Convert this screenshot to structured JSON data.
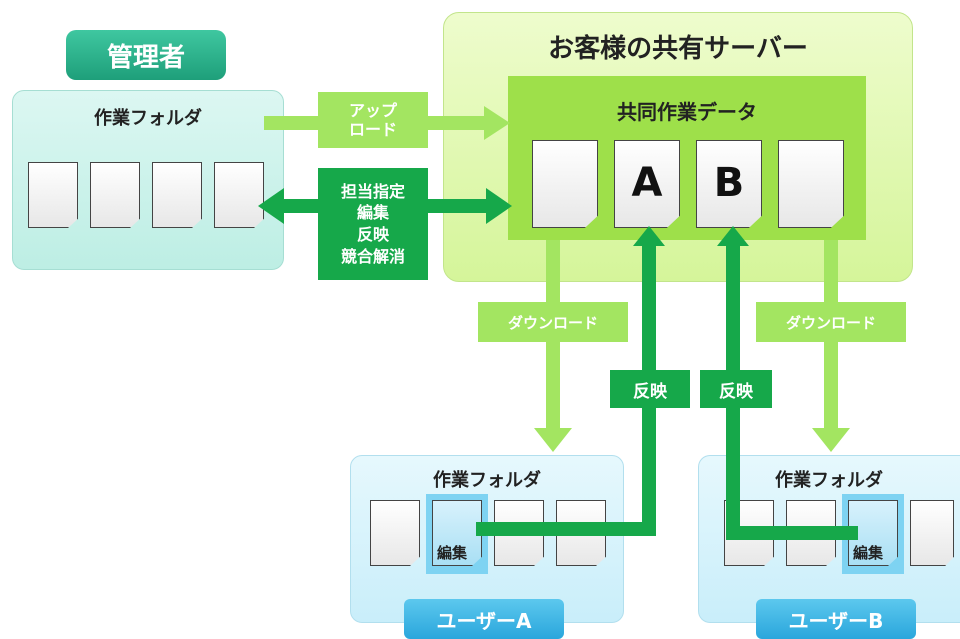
{
  "admin": {
    "badge": "管理者",
    "folder_title": "作業フォルダ"
  },
  "server": {
    "title": "お客様の共有サーバー",
    "shared_title": "共同作業データ",
    "docs": [
      "",
      "A",
      "B",
      ""
    ]
  },
  "labels": {
    "upload": "アップ\nロード",
    "manage": "担当指定\n編集\n反映\n競合解消",
    "download_a": "ダウンロード",
    "download_b": "ダウンロード",
    "reflect_a": "反映",
    "reflect_b": "反映"
  },
  "user_a": {
    "folder_title": "作業フォルダ",
    "edit_label": "編集",
    "badge": "ユーザーA"
  },
  "user_b": {
    "folder_title": "作業フォルダ",
    "edit_label": "編集",
    "badge": "ユーザーB"
  },
  "colors": {
    "light_green": "#a3e561",
    "dark_green": "#16a84a",
    "user_blue": "#2aa6dc",
    "admin_teal": "#1e9f7a"
  }
}
